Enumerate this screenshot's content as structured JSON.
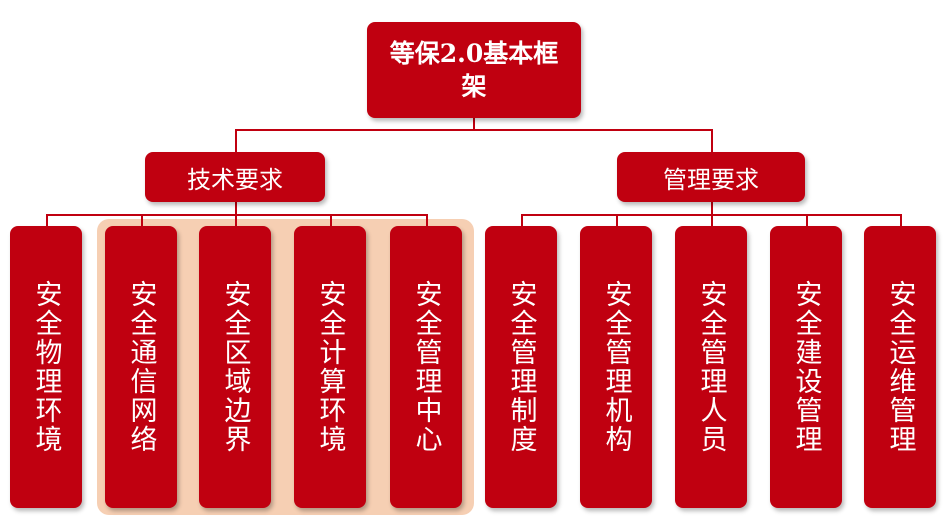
{
  "root": {
    "label": "等保2.0基本框架"
  },
  "branches": [
    {
      "label": "技术要求"
    },
    {
      "label": "管理要求"
    }
  ],
  "leaves": [
    {
      "label": "安全物理环境"
    },
    {
      "label": "安全通信网络"
    },
    {
      "label": "安全区域边界"
    },
    {
      "label": "安全计算环境"
    },
    {
      "label": "安全管理中心"
    },
    {
      "label": "安全管理制度"
    },
    {
      "label": "安全管理机构"
    },
    {
      "label": "安全管理人员"
    },
    {
      "label": "安全建设管理"
    },
    {
      "label": "安全运维管理"
    }
  ],
  "colors": {
    "box": "#c00010",
    "text": "#ffffff",
    "highlight": "#f6cfb3",
    "connector": "#c00010"
  }
}
